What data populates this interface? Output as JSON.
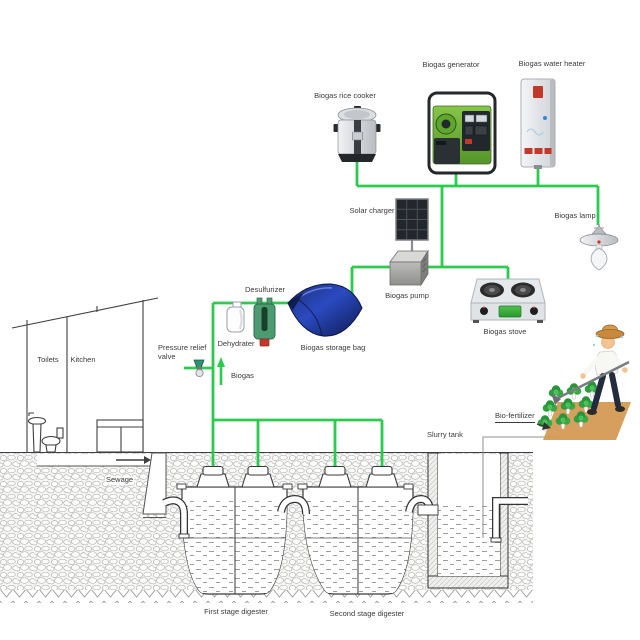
{
  "diagram_type": "biogas-system-schematic",
  "colors": {
    "pipe_green": "#2CCB4D",
    "storage_bag_blue": "#2343B5",
    "desulfurizer_green": "#4E9B72",
    "generator_green": "#69B42E",
    "stove_panel_green": "#3CB43C",
    "heater_accent_red": "#C0392B",
    "field_tan": "#D49A55",
    "line_gray": "#3F3F3F"
  },
  "labels": {
    "biogas_rice_cooker": "Biogas rice cooker",
    "biogas_generator": "Biogas generator",
    "biogas_water_heater": "Biogas water heater",
    "solar_charger": "Solar charger",
    "biogas_lamp": "Biogas lamp",
    "biogas_pump": "Biogas pump",
    "biogas_stove": "Biogas stove",
    "desulfurizer": "Desulfurizer",
    "dehydrater": "Dehydrater",
    "biogas_storage_bag": "Biogas storage bag",
    "pressure_relief_line1": "Pressure relief",
    "pressure_relief_line2": "valve",
    "biogas_flow": "Biogas",
    "toilets": "Toilets",
    "kitchen": "Kitchen",
    "sewage": "Sewage",
    "slurry_tank": "Slurry tank",
    "bio_fertilizer": "Bio-fertilizer",
    "first_stage_digester": "First stage digester",
    "second_stage_digester": "Second stage digester"
  }
}
